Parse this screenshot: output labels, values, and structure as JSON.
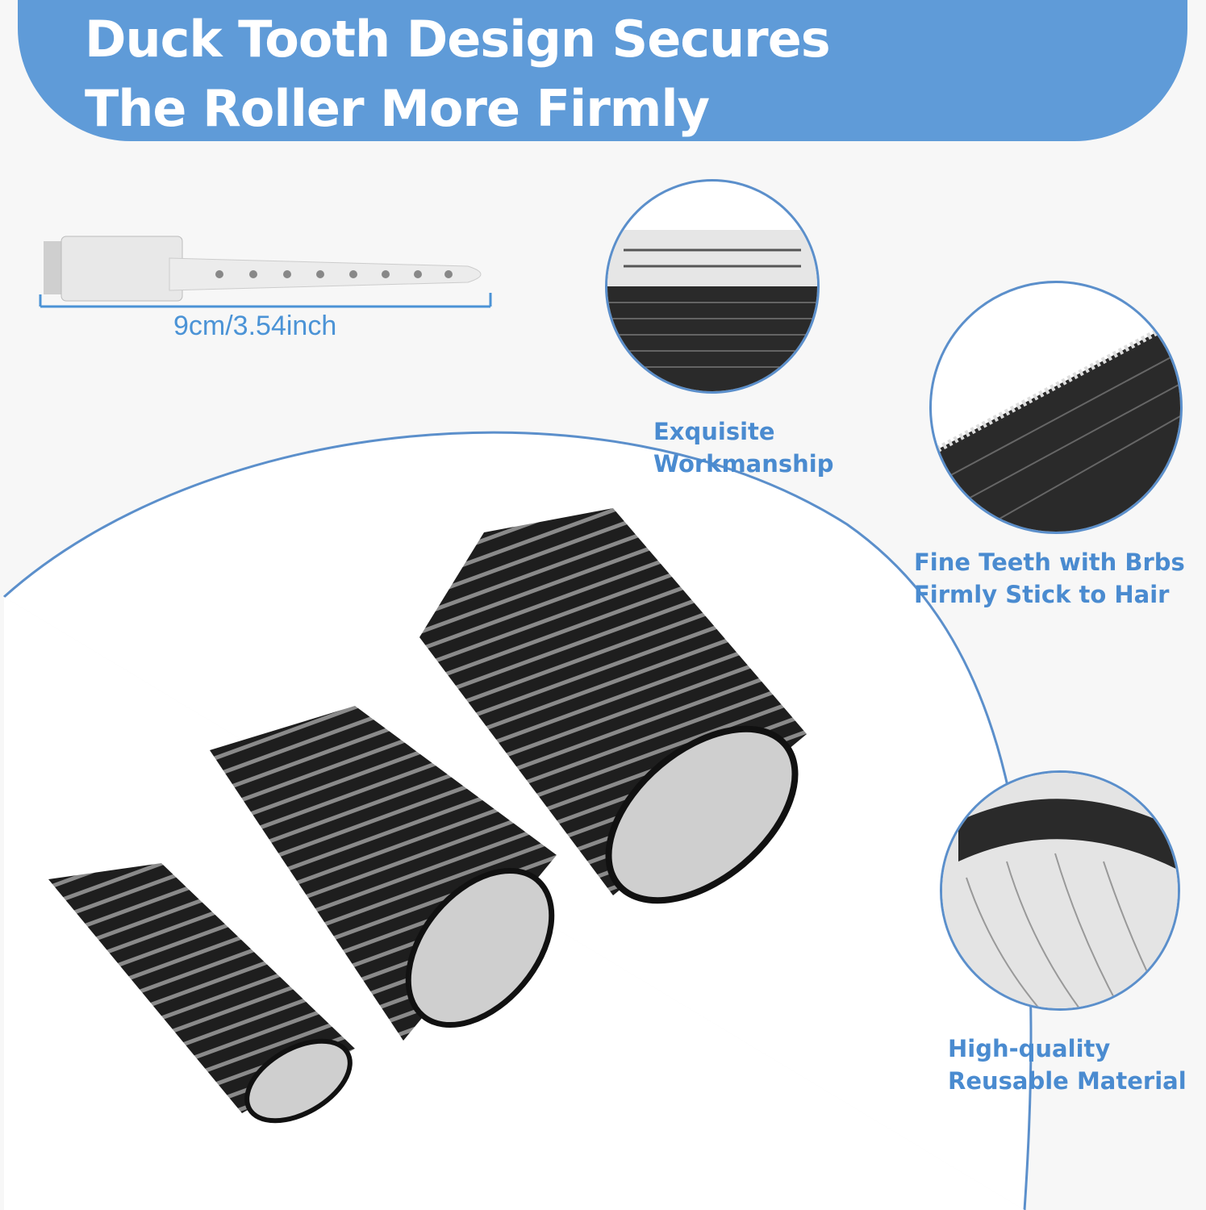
{
  "headline": {
    "line1": "Duck Tooth Design Secures",
    "line2": "The Roller More Firmly"
  },
  "clip": {
    "measurement": "9cm/3.54inch"
  },
  "features": [
    {
      "line1": "Exquisite",
      "line2": "Workmanship"
    },
    {
      "line1": "Fine Teeth with Brbs",
      "line2": "Firmly Stick to Hair"
    },
    {
      "line1": "High-quality",
      "line2": "Reusable Material"
    }
  ],
  "colors": {
    "brand_blue": "#5f9bd8",
    "label_blue": "#4a8bd0"
  }
}
